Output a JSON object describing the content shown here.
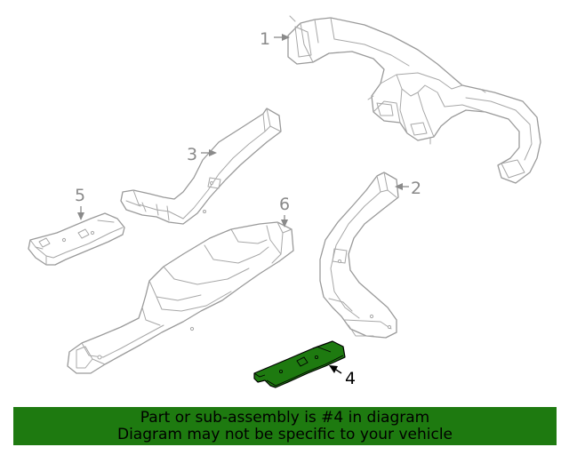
{
  "diagram": {
    "callouts": [
      "1",
      "2",
      "3",
      "4",
      "5",
      "6"
    ],
    "highlighted_callout": "4",
    "colors": {
      "highlight_fill": "#1e7a10",
      "banner_fill": "#1e7a10",
      "line_art": "#9a9a9a",
      "callout_text": "#8a8a8a"
    }
  },
  "banner": {
    "line1": "Part or sub-assembly is #4 in diagram",
    "line2": "Diagram may not be specific to your vehicle"
  }
}
